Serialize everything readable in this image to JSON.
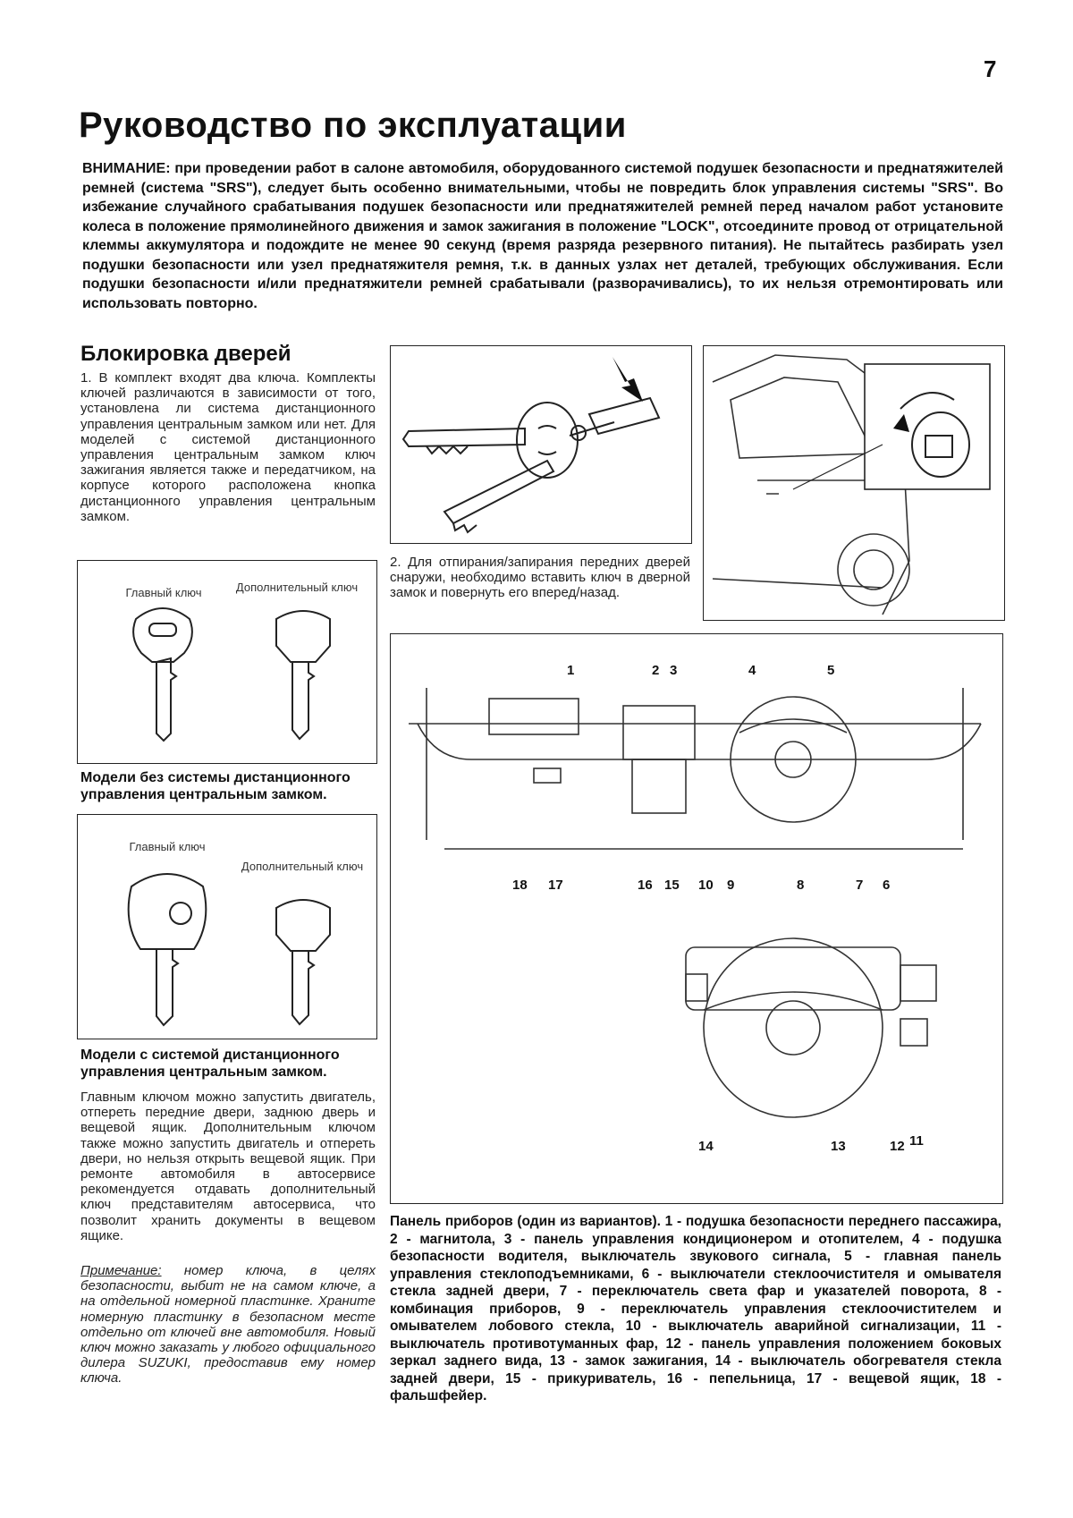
{
  "page_number": "7",
  "title": "Руководство по эксплуатации",
  "warning": {
    "lead": "ВНИМАНИЕ:",
    "text": " при проведении работ в салоне автомобиля, оборудованного системой подушек безопасности и преднатяжителей ремней (система \"SRS\"), следует быть особенно внимательными, чтобы не повредить блок управления системы \"SRS\". Во избежание случайного срабатывания подушек безопасности или преднатяжителей ремней перед началом работ установите колеса в положение прямолинейного движения и замок зажигания в положение \"LOCK\", отсоедините провод от отрицательной клеммы аккумулятора и подождите не менее 90 секунд (время разряда резервного питания). Не пытайтесь разбирать узел подушки безопасности или узел преднатяжителя ремня, т.к. в данных узлах нет деталей, требующих обслуживания. Если подушки безопасности и/или преднатяжители ремней срабатывали (разворачивались), то их нельзя отремонтировать или использовать повторно."
  },
  "section_title": "Блокировка дверей",
  "para1": "1. В комплект входят два ключа. Комплекты ключей различаются в зависимости от того, установлена ли система дистанционного управления центральным замком или нет. Для моделей с системой дистанционного управления центральным замком ключ зажигания является также и передатчиком, на корпусе которого расположена кнопка дистанционного управления центральным замком.",
  "para2": "2. Для отпирания/запирания передних дверей снаружи, необходимо вставить ключ в дверной замок и повернуть его вперед/назад.",
  "fig_keys_1": {
    "main_key": "Главный ключ",
    "extra_key": "Дополнительный ключ",
    "caption": "Модели без системы дистанционного управления центральным замком."
  },
  "fig_keys_2": {
    "main_key": "Главный ключ",
    "extra_key": "Дополнительный ключ",
    "caption": "Модели с системой дистанционного управления центральным замком."
  },
  "para3": "Главным ключом можно запустить двигатель, отпереть передние двери, заднюю дверь и вещевой ящик. Дополнительным ключом также можно запустить двигатель и отпереть двери, но нельзя открыть вещевой ящик. При ремонте автомобиля в автосервисе рекомендуется отдавать дополнительный ключ представителям автосервиса, что позволит хранить документы в вещевом ящике.",
  "note": {
    "label": "Примечание:",
    "text": " номер ключа, в целях безопасности, выбит не на самом ключе, а на отдельной номерной пластинке. Храните номерную пластинку в безопасном месте отдельно от ключей вне автомобиля. Новый ключ можно заказать у любого официального дилера SUZUKI, предоставив ему номер ключа."
  },
  "dashboard": {
    "numbers_top": [
      "1",
      "2",
      "3",
      "4",
      "5"
    ],
    "numbers_bottom": [
      "18",
      "17",
      "16",
      "15"
    ],
    "numbers_wheel": [
      "10",
      "9",
      "8",
      "7",
      "6",
      "14",
      "13",
      "12",
      "11"
    ],
    "caption": "Панель приборов (один из вариантов). 1 - подушка безопасности переднего пассажира, 2 - магнитола, 3 - панель управления кондиционером и отопителем, 4 - подушка безопасности водителя, выключатель звукового сигнала, 5 - главная панель управления стеклоподъемниками, 6 - выключатели стеклоочистителя и омывателя стекла задней двери, 7 - переключатель света фар и указателей поворота, 8 - комбинация приборов, 9 - переключатель управления стеклоочистителем и омывателем лобового стекла, 10 - выключатель аварийной сигнализации, 11 - выключатель противотуманных фар, 12 - панель управления положением боковых зеркал заднего вида, 13 - замок зажигания, 14 - выключатель обогревателя стекла задней двери, 15 - прикуриватель, 16 - пепельница, 17 - вещевой ящик, 18 - фальшфейер."
  }
}
